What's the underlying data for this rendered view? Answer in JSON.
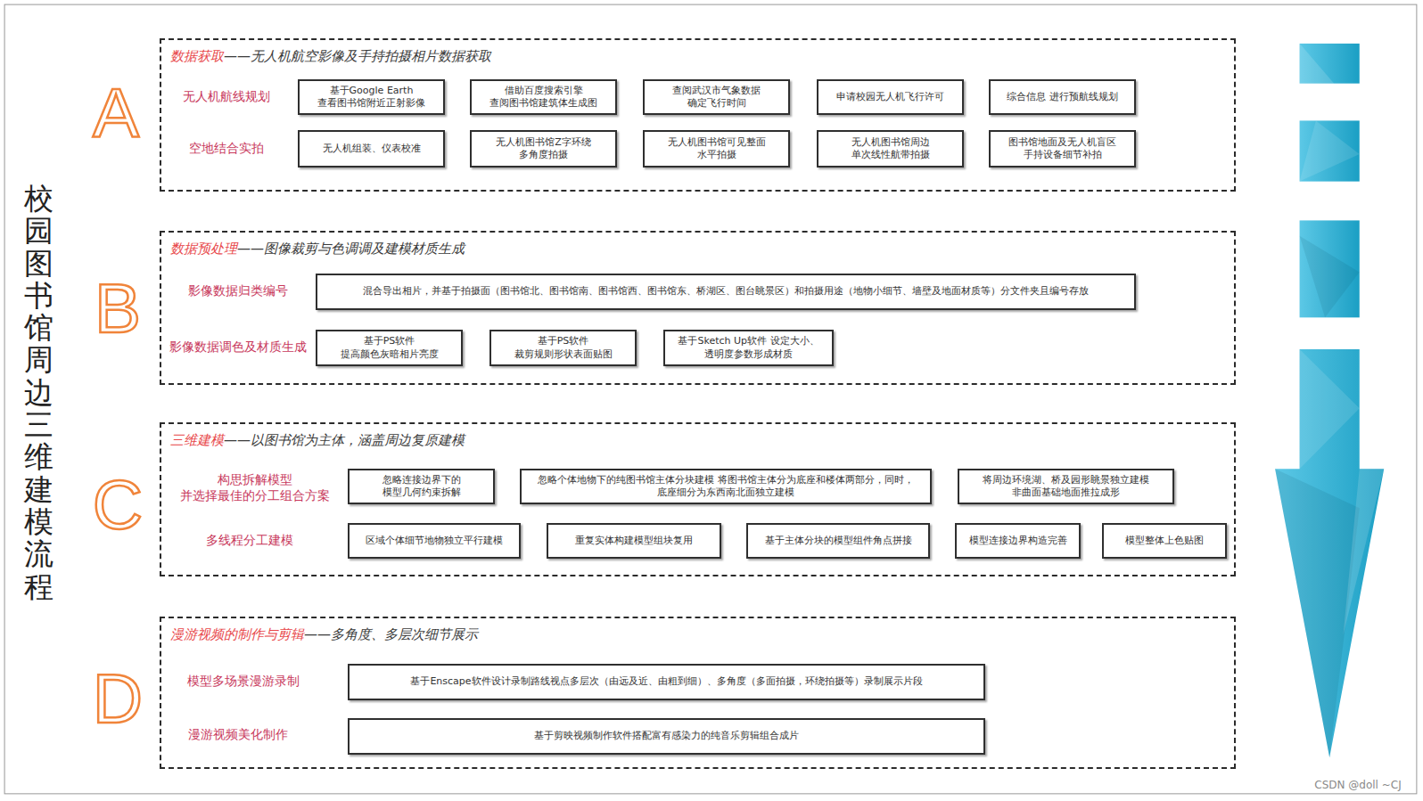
{
  "diagram": {
    "title": "校园图书馆周边三维建模流程",
    "nodes": [
      {
        "text": [
          "数据获取",
          "——无人机航空影像及手持拍摄相片数据获取"
        ]
      },
      {
        "text": [
          "基于Google Earth 查看图书馆附近正射影像"
        ],
        "in": 0
      },
      {
        "text": [
          "借助百度搜索引擎 查阅图书馆建筑体生成图"
        ],
        "in": 0
      },
      {
        "text": [
          "查阅武汉市气象数据 确定飞行时间"
        ],
        "in": 0
      },
      {
        "text": [
          "申请校园无人机飞行许可"
        ],
        "in": 0
      },
      {
        "text": [
          "综合信息 进行预航线规划"
        ],
        "in": 0
      },
      {
        "text": [
          "无人机组装、仪表校准"
        ],
        "in": 0
      },
      {
        "text": [
          "无人机图书馆Z字环绕 多角度拍摄"
        ],
        "in": 0
      },
      {
        "text": [
          "无人机图书馆可见整面 水平拍摄"
        ],
        "in": 0
      },
      {
        "text": [
          "无人机图书馆周边 单次线性航带拍摄"
        ],
        "in": 0
      },
      {
        "text": [
          "图书馆地面及无人机盲区 手持设备细节补拍"
        ],
        "in": 0
      },
      {
        "text": [
          "数据预处理",
          "——图像裁剪与色调调及建模材质生成"
        ]
      },
      {
        "text": [
          "混合导出相片，并基于拍摄面（图书馆北、图书馆南、图书馆西、图书馆东、桥湖区、图台眺景区）和拍摄用途（地物小细节、墙壁及地面材质等）分文件夹且编号存放"
        ],
        "in": 11
      },
      {
        "text": [
          "基于PS软件 提高颜色灰暗相片亮度"
        ],
        "in": 11
      },
      {
        "text": [
          "基于PS软件 裁剪规则形状表面贴图"
        ],
        "in": 11
      },
      {
        "text": [
          "基于Sketch Up软件 设定大小、透明度参数形成材质"
        ],
        "in": 11
      },
      {
        "text": [
          "三维建模",
          "——以图书馆为主体，涵盖周边复原建模"
        ]
      },
      {
        "text": [
          "忽略连接边界下的 模型几何约束拆解"
        ],
        "in": 16
      },
      {
        "text": [
          "忽略个体地物下的纯图书馆主体分块建模 将图书馆主体分为底座和楼体两部分，同时，底座细分为东西南北面独立建模"
        ],
        "in": 16
      },
      {
        "text": [
          "将周边环境湖、桥及园形眺景独立建模 非曲面基础地面推拉成形"
        ],
        "in": 16
      },
      {
        "text": [
          "区域个体细节地物独立平行建模"
        ],
        "in": 16
      },
      {
        "text": [
          "重复实体构建模型组块复用"
        ],
        "in": 16
      },
      {
        "text": [
          "基于主体分块的模型组件角点拼接"
        ],
        "in": 16
      },
      {
        "text": [
          "模型连接边界构造完善"
        ],
        "in": 16
      },
      {
        "text": [
          "模型整体上色贴图"
        ],
        "in": 16
      },
      {
        "text": [
          "漫游视频的制作与剪辑",
          "——多角度、多层次细节展示"
        ]
      },
      {
        "text": [
          "基于Enscape软件设计录制路线视点多层次（由远及近、由粗到细）、多角度（多面拍摄，环绕拍摄等）录制展示片段"
        ],
        "in": 25
      },
      {
        "text": [
          "基于剪映视频制作软件搭配富有感染力的纯音乐剪辑组合成片"
        ],
        "in": 25
      }
    ],
    "labels": [
      "A",
      "无人机航线规划",
      "空地结合实拍",
      "B",
      "影像数据归类编号",
      "影像数据调色及材质生成",
      "C",
      "构思拆解模型 并选择最佳的分工组合方案",
      "多线程分工建模",
      "D",
      "模型多场景漫游录制",
      "漫游视频美化制作",
      "CSDN @doll ~CJ"
    ]
  }
}
